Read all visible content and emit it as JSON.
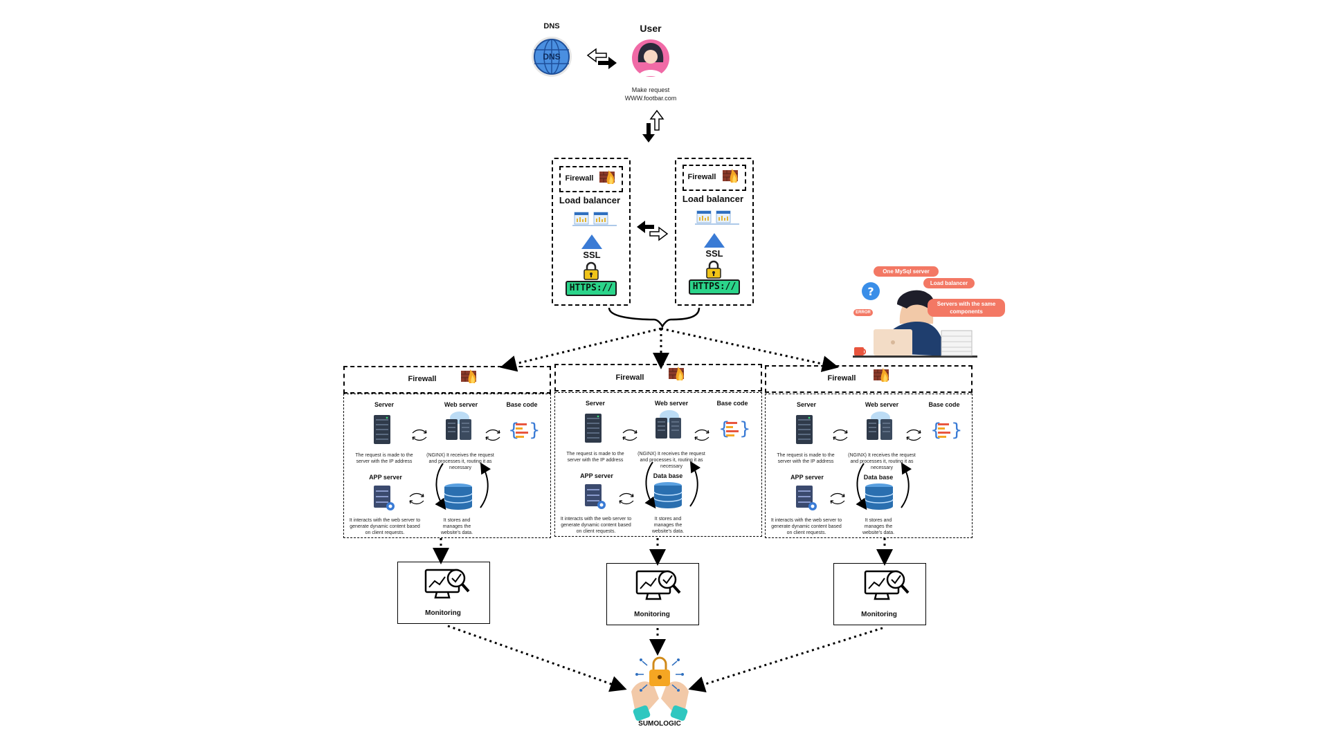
{
  "top": {
    "dns_label": "DNS",
    "dns_globe_text": "DNS",
    "user_label": "User",
    "request_line1": "Make request",
    "request_line2": "WWW.footbar.com"
  },
  "load_balancers": [
    {
      "firewall": "Firewall",
      "title": "Load balancer",
      "ssl": "SSL",
      "https": "HTTPS://"
    },
    {
      "firewall": "Firewall",
      "title": "Load balancer",
      "ssl": "SSL",
      "https": "HTTPS://"
    }
  ],
  "bubbles": {
    "mysql": "One MySql server",
    "lb": "Load balancer",
    "servers": "Servers with the same components",
    "error": "ERROR"
  },
  "clusters": [
    {
      "firewall": "Firewall",
      "server": "Server",
      "web_server": "Web server",
      "base_code": "Base code",
      "server_note": "The request is made to the server with the IP address",
      "web_note": "(NGINX) It receives the request and processes it, routing it as necessary",
      "app_server": "APP server",
      "database": "",
      "app_note": "It interacts with the web server to generate dynamic content based on client requests.",
      "db_note": "It stores and manages the website's data.",
      "monitoring": "Monitoring"
    },
    {
      "firewall": "Firewall",
      "server": "Server",
      "web_server": "Web server",
      "base_code": "Base code",
      "server_note": "The request is made to the server with the IP address",
      "web_note": "(NGINX) It receives the request and processes it, routing it as necessary",
      "app_server": "APP server",
      "database": "Data base",
      "app_note": "It interacts with the web server to generate dynamic content based on client requests.",
      "db_note": "It stores and manages the website's data.",
      "monitoring": "Monitoring"
    },
    {
      "firewall": "Firewall",
      "server": "Server",
      "web_server": "Web server",
      "base_code": "Base code",
      "server_note": "The request is made to the server with the IP address",
      "web_note": "(NGINX) It receives the request and processes it, routing it as necessary",
      "app_server": "APP server",
      "database": "Data base",
      "app_note": "It interacts with the web server to generate dynamic content based on client requests.",
      "db_note": "It stores and manages the website's data.",
      "monitoring": "Monitoring"
    }
  ],
  "sumologic": "SUMOLOGIC",
  "colors": {
    "dns_blue": "#4a8fe0",
    "avatar_pink": "#f06aa6",
    "https_green": "#2bd48a",
    "firewall_brick": "#8b3a2a",
    "flame": "#f5a623",
    "server_dark": "#2f3a4a",
    "db_blue": "#2a6fb0",
    "bubble_red": "#f37864"
  },
  "icons": [
    "dns-globe-icon",
    "user-avatar-icon",
    "firewall-icon",
    "chart-icon",
    "lock-icon",
    "server-icon",
    "web-server-icon",
    "code-icon",
    "app-server-icon",
    "database-icon",
    "monitoring-icon",
    "secure-hands-icon"
  ]
}
